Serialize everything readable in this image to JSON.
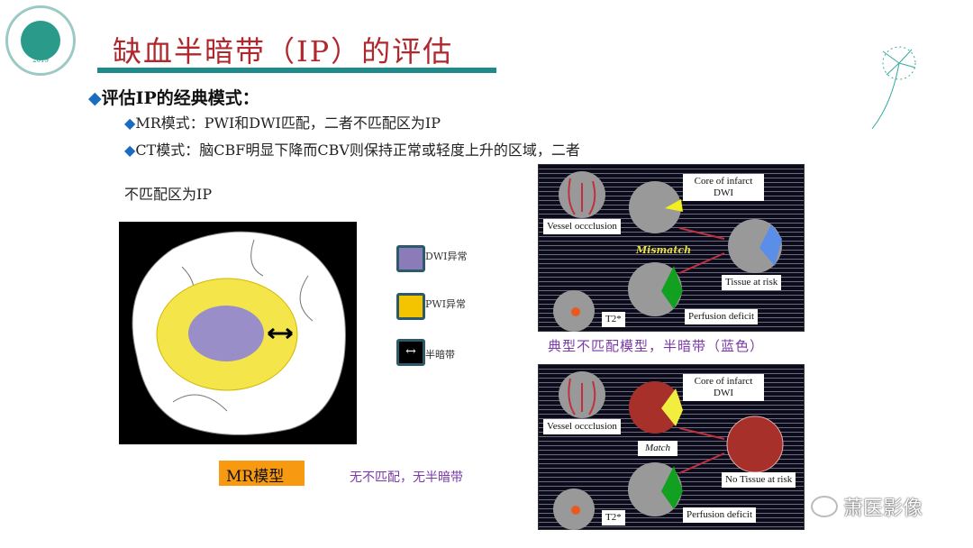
{
  "slide": {
    "title": "缺血半暗带（IP）的评估",
    "heading": "评估IP的经典模式：",
    "bullets": [
      "MR模式：PWI和DWI匹配，二者不匹配区为IP",
      "CT模式：脑CBF明显下降而CBV则保持正常或轻度上升的区域，二者",
      "不匹配区为IP"
    ],
    "logo_text": "2019"
  },
  "left_figure": {
    "legend": [
      {
        "label": "DWI异常",
        "color": "#8b7bb8"
      },
      {
        "label": "PWI异常",
        "color": "#f4c400"
      },
      {
        "label": "半暗带",
        "color": "#000000"
      }
    ],
    "mr_label": "MR模型",
    "no_mismatch": "无不匹配，无半暗带"
  },
  "panel_top": {
    "core": "Core of infarct DWI",
    "vessel": "Vessel occclusion",
    "mode": "Mismatch",
    "risk": "Tissue at risk",
    "perf": "Perfusion deficit",
    "t2": "T2*",
    "caption": "典型不匹配模型，半暗带（蓝色）"
  },
  "panel_bottom": {
    "core": "Core of infarct DWI",
    "vessel": "Vessel occclusion",
    "mode": "Match",
    "risk": "No Tissue at risk",
    "perf": "Perfusion deficit",
    "t2": "T2*"
  },
  "watermark": "萧医影像",
  "colors": {
    "title": "#b0282e",
    "rule": "#1e8a8a",
    "bullet": "#1a6cc0",
    "caption": "#7a3aa8"
  }
}
